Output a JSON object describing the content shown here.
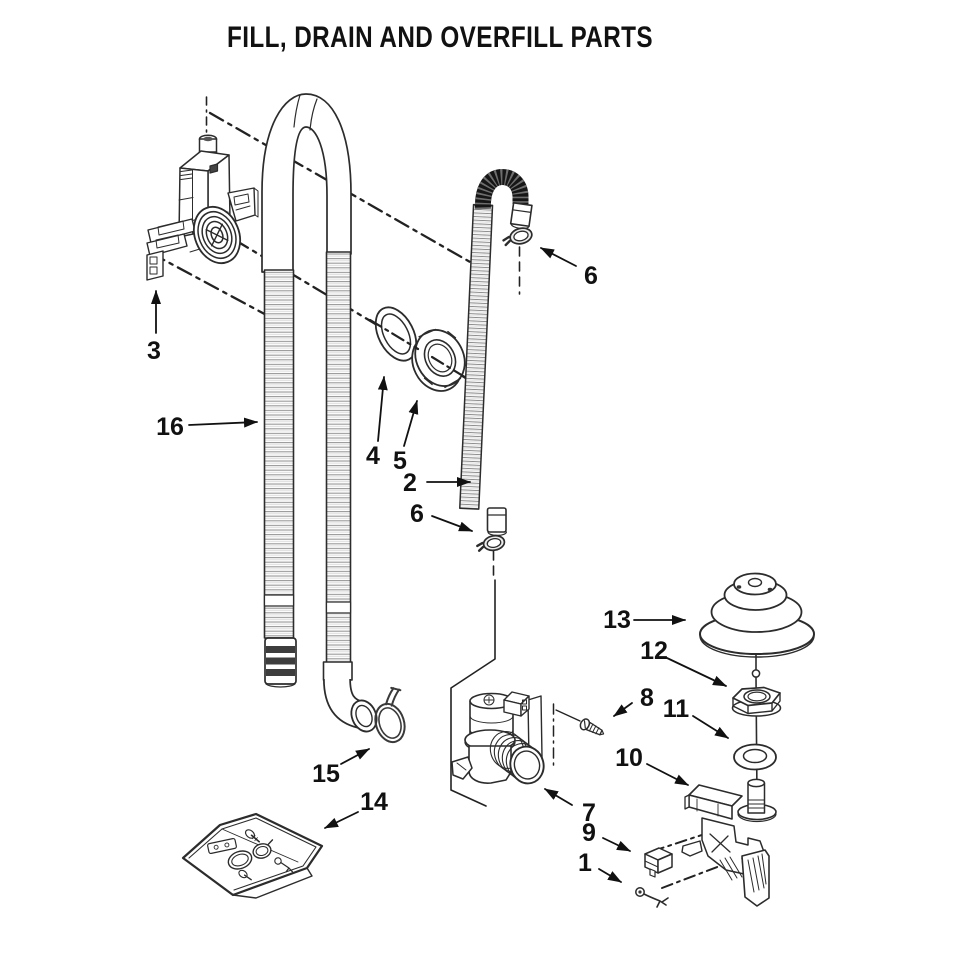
{
  "title": "FILL, DRAIN AND OVERFILL PARTS",
  "callouts": {
    "c1": "1",
    "c2": "2",
    "c3": "3",
    "c4": "4",
    "c5": "5",
    "c6_top": "6",
    "c6_bottom": "6",
    "c7": "7",
    "c8": "8",
    "c9": "9",
    "c10": "10",
    "c11": "11",
    "c12": "12",
    "c13": "13",
    "c14": "14",
    "c15": "15",
    "c16": "16"
  }
}
